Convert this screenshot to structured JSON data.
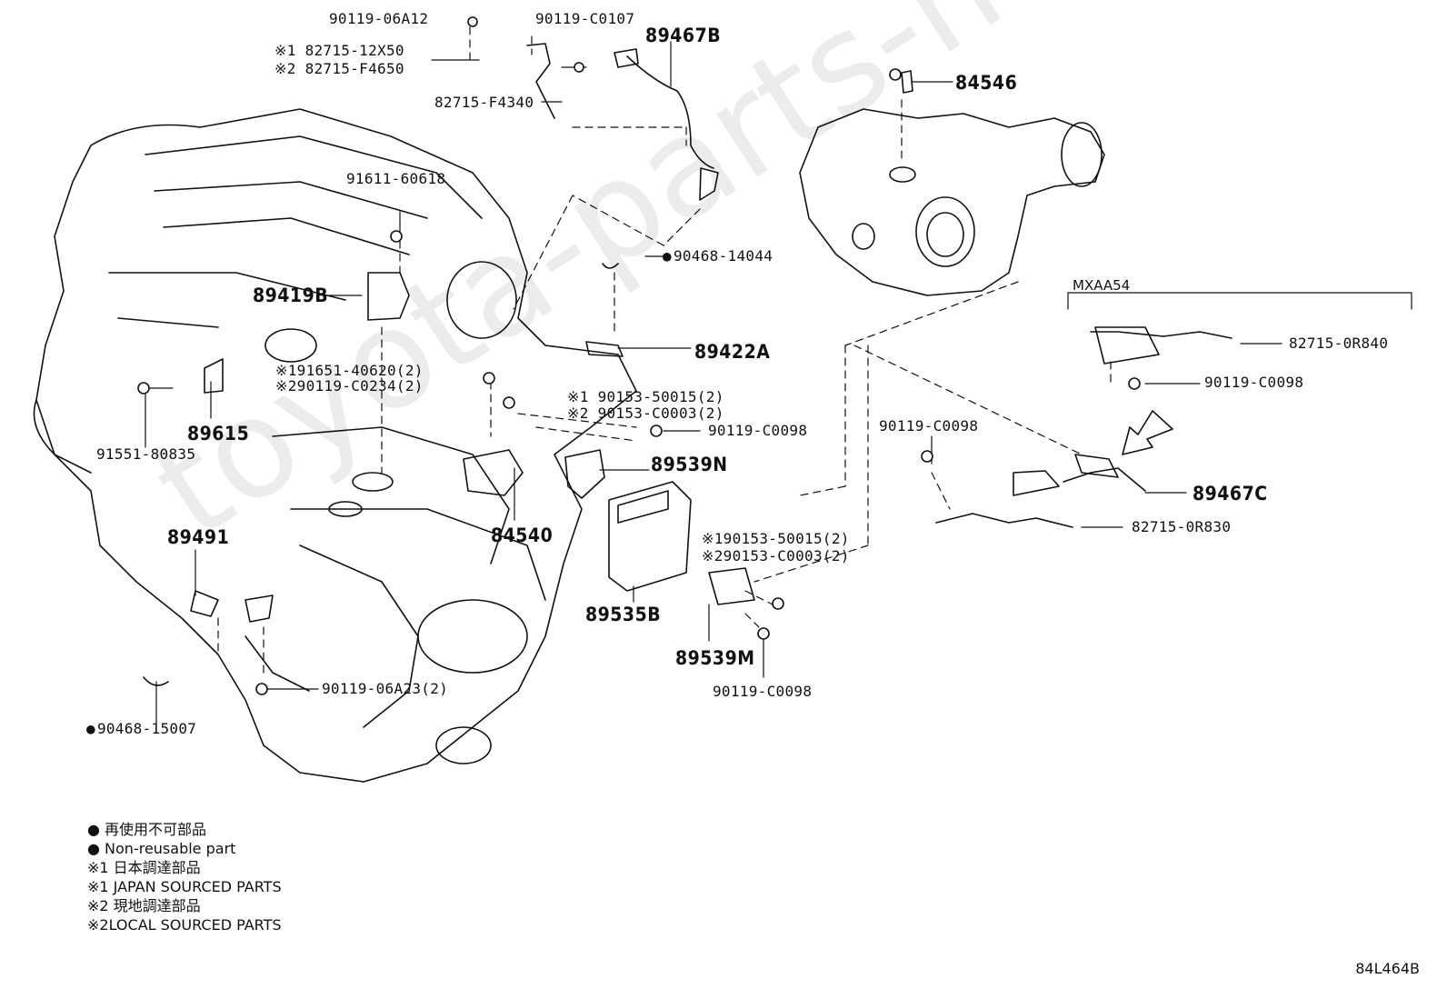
{
  "watermark": "toyota-parts-mine.ru",
  "diagram_id": "84L464B",
  "variant_label": "MXAA54",
  "parts": {
    "p90119_06A12": "90119-06A12",
    "p82715_12X50": "※1 82715-12X50",
    "p82715_F4650": "※2 82715-F4650",
    "p90119_C0107": "90119-C0107",
    "p89467B": "89467B",
    "p82715_F4340": "82715-F4340",
    "p84546": "84546",
    "p91611_60618": "91611-60618",
    "p90468_14044": "90468-14044",
    "p89419B": "89419B",
    "p89422A": "89422A",
    "p91651_40620": "※191651-40620(2)",
    "p90119_C0234": "※290119-C0234(2)",
    "p90153_50015_a": "※1 90153-50015(2)",
    "p90153_C0003_a": "※2 90153-C0003(2)",
    "p89615": "89615",
    "p91551_80835": "91551-80835",
    "p90119_C0098_a": "90119-C0098",
    "p89539N": "89539N",
    "p84540": "84540",
    "p89491": "89491",
    "p90153_50015_b": "※190153-50015(2)",
    "p90153_C0003_b": "※290153-C0003(2)",
    "p89535B": "89535B",
    "p89539M": "89539M",
    "p90119_C0098_b": "90119-C0098",
    "p90119_06A23": "90119-06A23(2)",
    "p90468_15007": "90468-15007",
    "p82715_0R840": "82715-0R840",
    "p90119_C0098_c": "90119-C0098",
    "p90119_C0098_d": "90119-C0098",
    "p89467C": "89467C",
    "p82715_0R830": "82715-0R830"
  },
  "legend": {
    "nonreusable_jp": "再使用不可部品",
    "nonreusable_en": "Non-reusable part",
    "japan_jp": "※1 日本調達部品",
    "japan_en": "※1 JAPAN SOURCED PARTS",
    "local_jp": "※2 現地調達部品",
    "local_en": "※2LOCAL SOURCED PARTS"
  }
}
